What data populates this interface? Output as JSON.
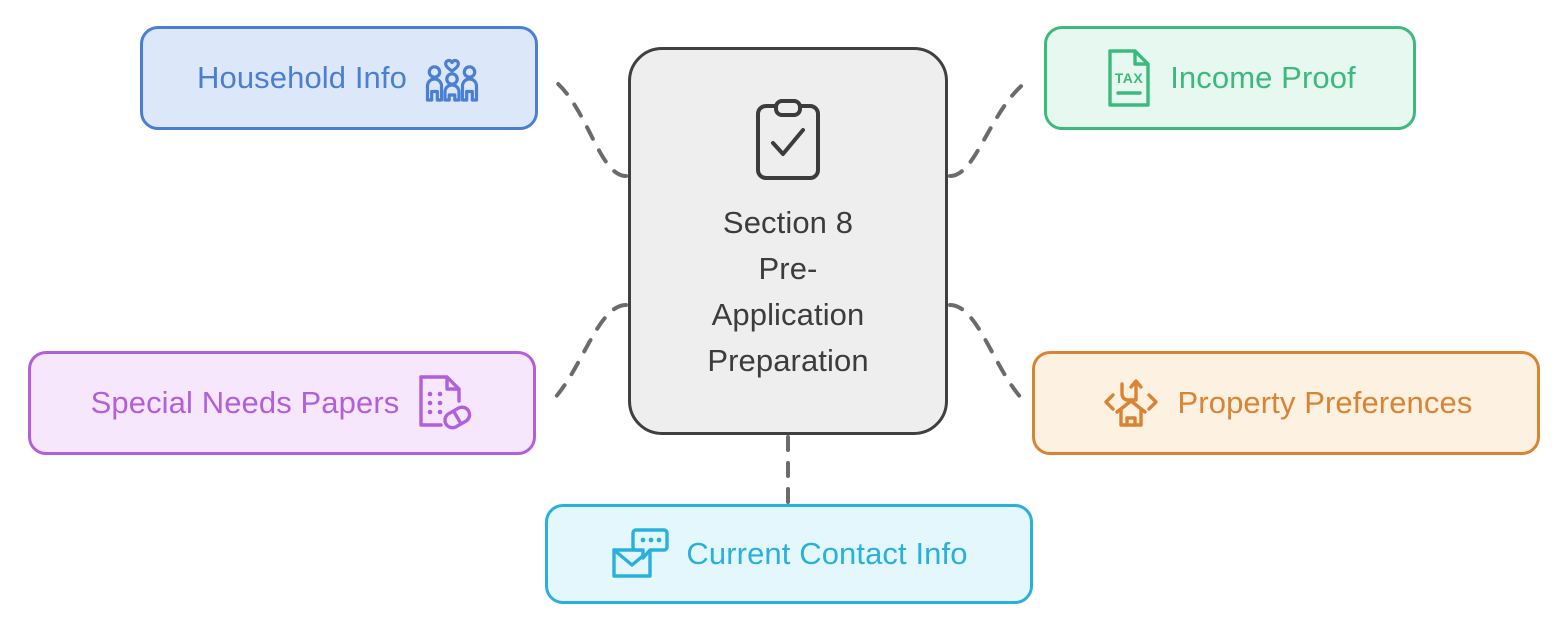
{
  "diagram": {
    "type": "mind-map",
    "background_color": "#ffffff",
    "connector_color": "#6b6b6b",
    "connector_style": "dashed"
  },
  "center": {
    "title": "Section 8\nPre-\nApplication\nPreparation",
    "icon": "clipboard-check-icon",
    "fill_color": "#eeeeee",
    "border_color": "#404040",
    "text_color": "#3c3c3c"
  },
  "branches": [
    {
      "id": "household",
      "label": "Household Info",
      "icon": "family-heart-icon",
      "icon_position": "right",
      "fill_color": "#dce7f9",
      "border_color": "#4a7fd4",
      "text_color": "#4a7fd4"
    },
    {
      "id": "income",
      "label": "Income Proof",
      "icon": "tax-document-icon",
      "icon_position": "left",
      "fill_color": "#e6f8ef",
      "border_color": "#3cba7d",
      "text_color": "#3cba7d"
    },
    {
      "id": "special-needs",
      "label": "Special Needs Papers",
      "icon": "medical-document-pill-icon",
      "icon_position": "right",
      "fill_color": "#f7e7fc",
      "border_color": "#b15fdb",
      "text_color": "#b15fdb"
    },
    {
      "id": "property",
      "label": "Property Preferences",
      "icon": "house-relocate-icon",
      "icon_position": "left",
      "fill_color": "#fdf1e2",
      "border_color": "#d98432",
      "text_color": "#d98432"
    },
    {
      "id": "contact",
      "label": "Current Contact Info",
      "icon": "envelope-chat-icon",
      "icon_position": "left",
      "fill_color": "#e3f7fc",
      "border_color": "#29b0dc",
      "text_color": "#29b0dc"
    }
  ]
}
